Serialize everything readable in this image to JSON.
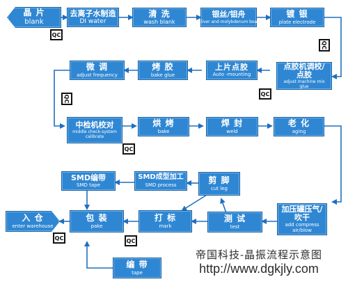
{
  "nodes": {
    "blank": {
      "zh": "晶 片",
      "en": "blank"
    },
    "di_water": {
      "zh": "去离子水制造",
      "en": "DI water"
    },
    "wash": {
      "zh": "清  洗",
      "en": "wash blank"
    },
    "silver": {
      "zh": "银丝/钼舟",
      "en": "sliver and molybdenum boat"
    },
    "plate": {
      "zh": "镀  银",
      "en": "plate electrode"
    },
    "glue": {
      "zh": "点胶机调校/点胶",
      "en": "adjust machine mix glue"
    },
    "mount": {
      "zh": "上片点胶",
      "en": "Auto -mounting"
    },
    "bake_glue": {
      "zh": "烤  胶",
      "en": "bake glue"
    },
    "adjust": {
      "zh": "微  调",
      "en": "adjust frequency"
    },
    "middle": {
      "zh": "中检机校对",
      "en": "middle check-system calibrate"
    },
    "bake": {
      "zh": "烘  烤",
      "en": "bake"
    },
    "weld": {
      "zh": "焊  封",
      "en": "weld"
    },
    "aging": {
      "zh": "老  化",
      "en": "aging"
    },
    "compress": {
      "zh": "加压罐压气/吹干",
      "en": "add compress air/blow"
    },
    "test": {
      "zh": "测  试",
      "en": "test"
    },
    "cut_leg": {
      "zh": "剪  脚",
      "en": "cut leg"
    },
    "smd_process": {
      "zh": "SMD成型加工",
      "en": "SMD process"
    },
    "smd_tape": {
      "zh": "SMD编带",
      "en": "SMD tape"
    },
    "mark": {
      "zh": "打  标",
      "en": "mark"
    },
    "pake": {
      "zh": "包  装",
      "en": "pake"
    },
    "tape": {
      "zh": "编  带",
      "en": "tape"
    },
    "warehouse": {
      "zh": "入 仓",
      "en": "enter warehouse"
    }
  },
  "qc_label": "QC",
  "footer": {
    "title": "帝国科技-晶振流程示意图",
    "url": "http://www.dgkjly.com"
  },
  "colors": {
    "box": "#2f87d3",
    "line": "#1f6fc0"
  }
}
